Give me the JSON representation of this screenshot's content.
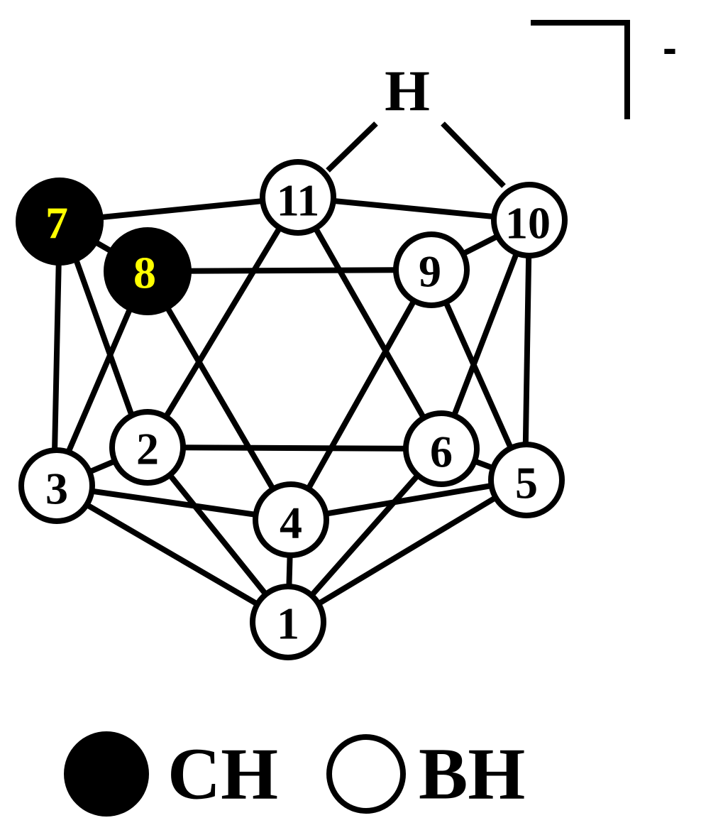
{
  "bridge_h_label": "H",
  "charge_label": "-",
  "colors": {
    "carbon_label": "#ffff00",
    "bond": "#000000",
    "carbon_fill": "#000000",
    "boron_fill": "#ffffff"
  },
  "nodes": [
    {
      "id": "1",
      "label": "1",
      "type": "BH"
    },
    {
      "id": "2",
      "label": "2",
      "type": "BH"
    },
    {
      "id": "3",
      "label": "3",
      "type": "BH"
    },
    {
      "id": "4",
      "label": "4",
      "type": "BH"
    },
    {
      "id": "5",
      "label": "5",
      "type": "BH"
    },
    {
      "id": "6",
      "label": "6",
      "type": "BH"
    },
    {
      "id": "7",
      "label": "7",
      "type": "CH"
    },
    {
      "id": "8",
      "label": "8",
      "type": "CH"
    },
    {
      "id": "9",
      "label": "9",
      "type": "BH"
    },
    {
      "id": "10",
      "label": "10",
      "type": "BH"
    },
    {
      "id": "11",
      "label": "11",
      "type": "BH"
    }
  ],
  "legend": {
    "carbon_label": "CH",
    "boron_label": "BH"
  }
}
